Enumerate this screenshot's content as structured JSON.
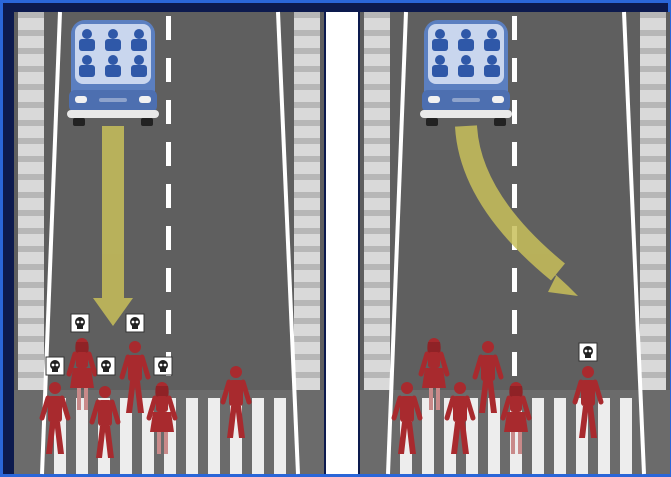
{
  "scenarios": [
    {
      "id": "left",
      "outcome": "stay",
      "pedestrians": [
        {
          "figure": "male",
          "killed": true
        },
        {
          "figure": "female",
          "killed": true
        },
        {
          "figure": "male",
          "killed": true
        },
        {
          "figure": "male",
          "killed": true
        },
        {
          "figure": "female",
          "killed": true
        },
        {
          "figure": "male",
          "killed": false
        }
      ]
    },
    {
      "id": "right",
      "outcome": "swerve",
      "pedestrians": [
        {
          "figure": "male",
          "killed": false
        },
        {
          "figure": "female",
          "killed": false
        },
        {
          "figure": "male",
          "killed": false
        },
        {
          "figure": "male",
          "killed": false
        },
        {
          "figure": "female",
          "killed": false
        },
        {
          "figure": "male",
          "killed": true
        }
      ]
    }
  ],
  "icons": {
    "vehicle": "autonomous-car-icon",
    "death_marker": "skull-icon",
    "trajectory": "arrow-icon"
  },
  "colors": {
    "frame_border": "#2a66d8",
    "road": "#5f5f5f",
    "lane_marking": "#ffffff",
    "car_body": "#5b7fc0",
    "passenger": "#2f58a8",
    "arrow": "#c8bf5a",
    "pedestrian": "#a82a2e",
    "skull_box": "#ffffff"
  }
}
